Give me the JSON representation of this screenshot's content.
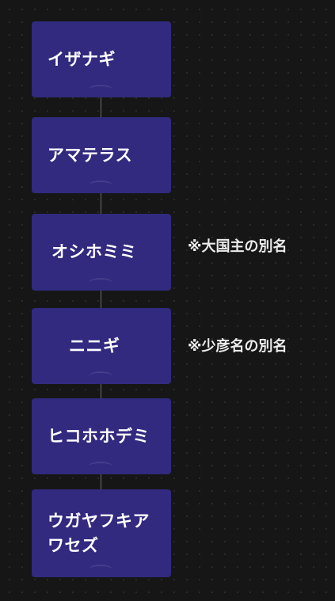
{
  "diagram": {
    "nodes": [
      {
        "id": "izanagi",
        "label": "イザナギ"
      },
      {
        "id": "amaterasu",
        "label": "アマテラス"
      },
      {
        "id": "oshihomimi",
        "label": "オシホミミ"
      },
      {
        "id": "ninigi",
        "label": "ニニギ"
      },
      {
        "id": "hikohohodemi",
        "label": "ヒコホホデミ"
      },
      {
        "id": "ugayafukiaezu",
        "label": "ウガヤフキアワセズ"
      }
    ],
    "edges": [
      {
        "from": "izanagi",
        "to": "amaterasu"
      },
      {
        "from": "amaterasu",
        "to": "oshihomimi"
      },
      {
        "from": "oshihomimi",
        "to": "ninigi"
      },
      {
        "from": "ninigi",
        "to": "hikohohodemi"
      },
      {
        "from": "hikohohodemi",
        "to": "ugayafukiaezu"
      }
    ],
    "notes": [
      {
        "attached_to": "oshihomimi",
        "text": "※大国主の別名"
      },
      {
        "attached_to": "ninigi",
        "text": "※少彦名の別名"
      }
    ]
  },
  "colors": {
    "background": "#161616",
    "node_fill": "#312a7f",
    "connector": "#6e6e6e",
    "text": "#ffffff"
  }
}
